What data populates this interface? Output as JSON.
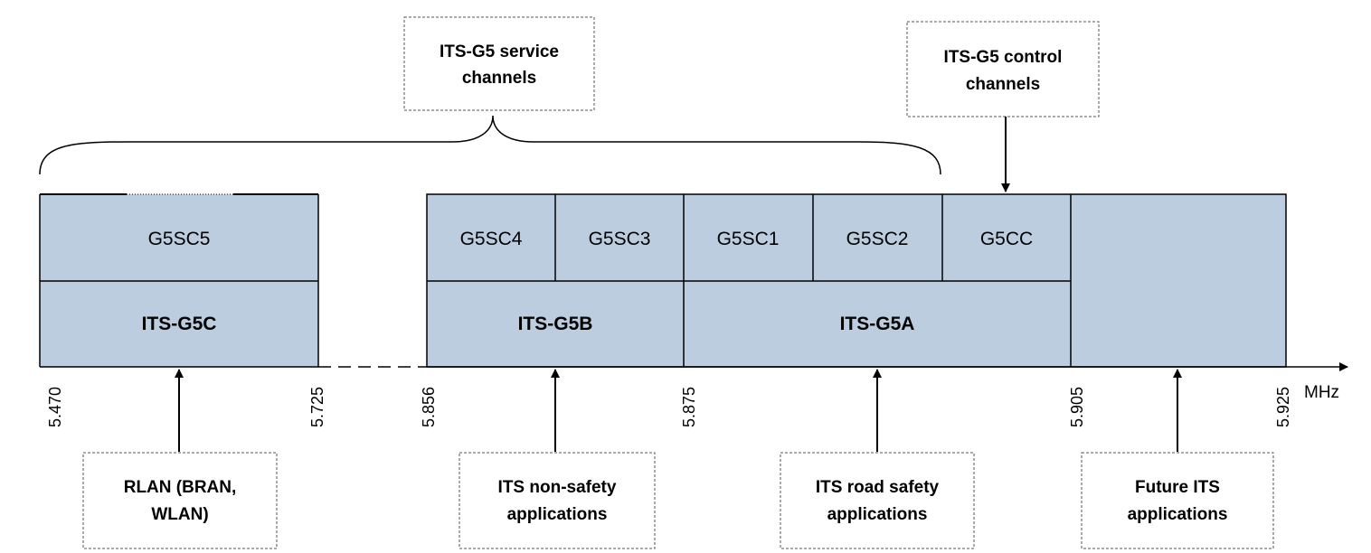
{
  "colors": {
    "fill": "#bccddf",
    "line": "#000000",
    "dash": "#000000"
  },
  "callouts": {
    "service": {
      "lines": [
        "ITS-G5 service",
        "channels"
      ]
    },
    "control": {
      "lines": [
        "ITS-G5 control",
        "channels"
      ]
    },
    "rlan": {
      "lines": [
        "RLAN (BRAN,",
        "WLAN)"
      ]
    },
    "non_safety": {
      "lines": [
        "ITS non-safety",
        "applications"
      ]
    },
    "road_safety": {
      "lines": [
        "ITS road safety",
        "applications"
      ]
    },
    "future": {
      "lines": [
        "Future ITS",
        "applications"
      ]
    }
  },
  "channels": {
    "g5sc5": "G5SC5",
    "g5sc4": "G5SC4",
    "g5sc3": "G5SC3",
    "g5sc1": "G5SC1",
    "g5sc2": "G5SC2",
    "g5cc": "G5CC"
  },
  "bands": {
    "g5c": "ITS-G5C",
    "g5b": "ITS-G5B",
    "g5a": "ITS-G5A"
  },
  "axis": {
    "unit": "MHz",
    "ticks": [
      "5.470",
      "5.725",
      "5.856",
      "5.875",
      "5.905",
      "5.925"
    ]
  }
}
